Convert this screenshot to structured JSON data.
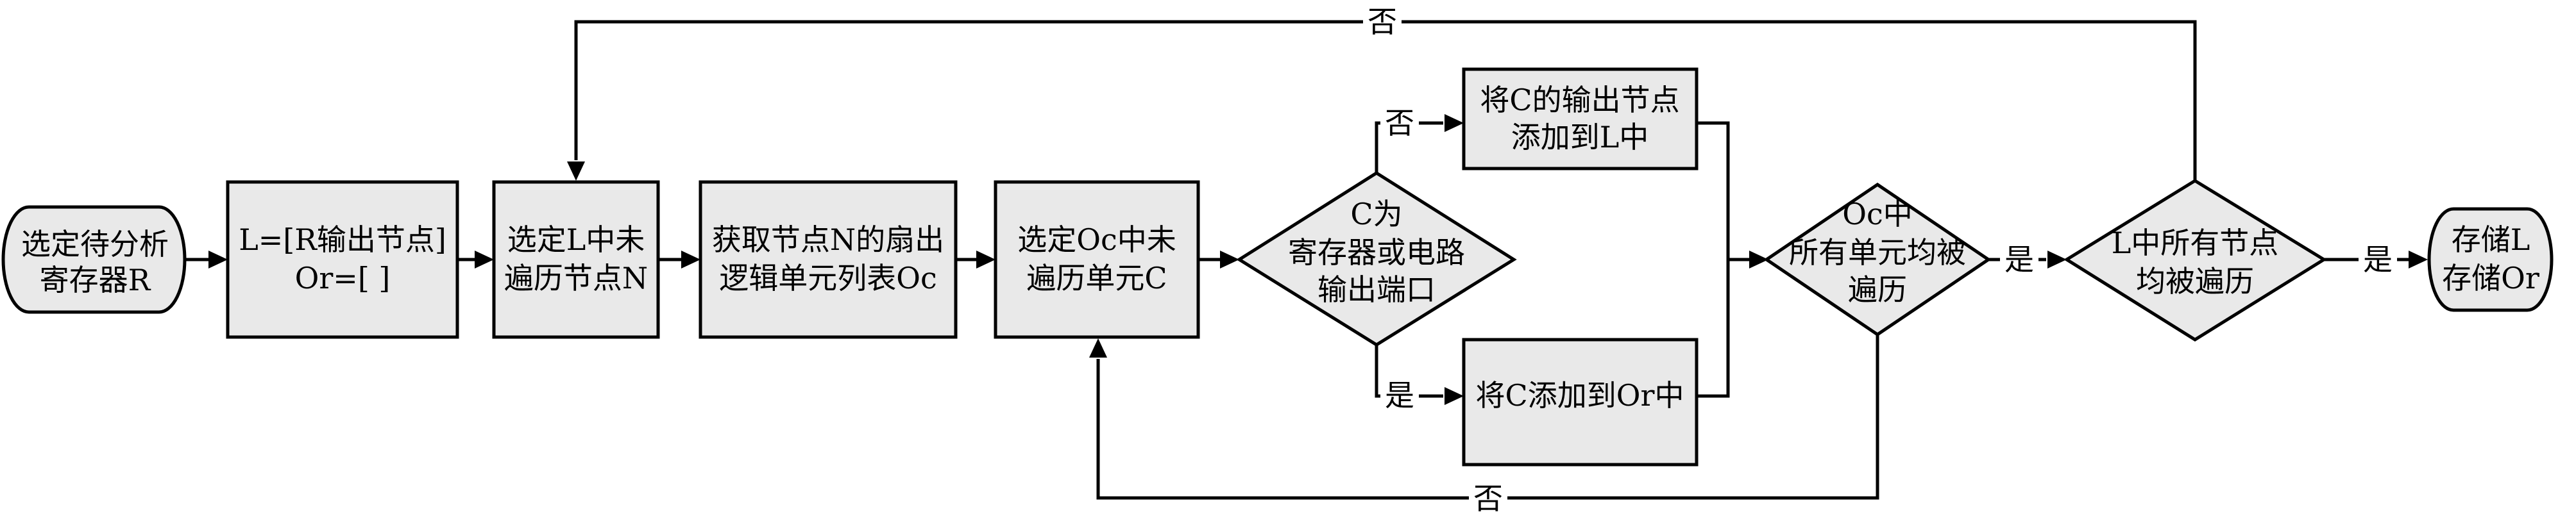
{
  "nodes": {
    "start": [
      "选定待分析",
      "寄存器R"
    ],
    "init": [
      "L=[R输出节点]",
      "Or=[ ]"
    ],
    "select_node": [
      "选定L中未",
      "遍历节点N"
    ],
    "fanout": [
      "获取节点N的扇出",
      "逻辑单元列表Oc"
    ],
    "select_cell": [
      "选定Oc中未",
      "遍历单元C"
    ],
    "is_reg": [
      "C为",
      "寄存器或电路",
      "输出端口"
    ],
    "add_to_L": [
      "将C的输出节点",
      "添加到L中"
    ],
    "add_to_Or": [
      "将C添加到Or中"
    ],
    "oc_done": [
      "Oc中",
      "所有单元均被",
      "遍历"
    ],
    "l_done": [
      "L中所有节点",
      "均被遍历"
    ],
    "end": [
      "存储L",
      "存储Or"
    ]
  },
  "edge_labels": {
    "no_top": "否",
    "no_upper": "否",
    "yes_lower": "是",
    "no_bottom": "否",
    "yes_oc": "是",
    "yes_l": "是"
  }
}
